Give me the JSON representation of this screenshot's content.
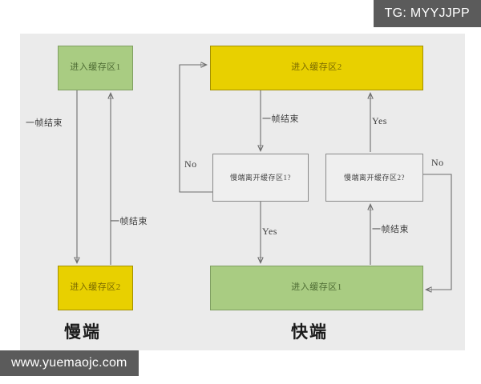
{
  "badges": {
    "telegram": "TG: MYYJJPP",
    "website": "www.yuemaojc.com"
  },
  "diagram": {
    "type": "flowchart",
    "background_color": "#ebebeb",
    "columns": [
      {
        "id": "slow",
        "title": "慢端",
        "nodes": [
          {
            "id": "slow-top",
            "label": "进入缓存区1",
            "shape": "rect",
            "color": "#a9cc82"
          },
          {
            "id": "slow-bottom",
            "label": "进入缓存区2",
            "shape": "rect",
            "color": "#e8d000"
          }
        ],
        "edges": [
          {
            "from": "slow-top",
            "to": "slow-bottom",
            "label": "一帧结束"
          },
          {
            "from": "slow-bottom",
            "to": "slow-top",
            "label": "一帧结束"
          }
        ]
      },
      {
        "id": "fast",
        "title": "快端",
        "nodes": [
          {
            "id": "fast-top",
            "label": "进入缓存区2",
            "shape": "rect",
            "color": "#e8d000"
          },
          {
            "id": "dec-1",
            "label": "慢端离开缓存区1?",
            "shape": "decision",
            "color": "#efefef"
          },
          {
            "id": "dec-2",
            "label": "慢端离开缓存区2?",
            "shape": "decision",
            "color": "#efefef"
          },
          {
            "id": "fast-bottom",
            "label": "进入缓存区1",
            "shape": "rect",
            "color": "#a9cc82"
          }
        ],
        "edges": [
          {
            "from": "fast-top",
            "to": "dec-1",
            "label": "一帧结束"
          },
          {
            "from": "dec-1",
            "to": "fast-top",
            "label": "No"
          },
          {
            "from": "dec-1",
            "to": "fast-bottom",
            "label": "Yes"
          },
          {
            "from": "fast-bottom",
            "to": "dec-2",
            "label": "一帧结束"
          },
          {
            "from": "dec-2",
            "to": "fast-top",
            "label": "Yes"
          },
          {
            "from": "dec-2",
            "to": "fast-bottom",
            "label": "No"
          }
        ]
      }
    ],
    "edge_labels": {
      "slow_down": "一帧结束",
      "slow_up": "一帧结束",
      "fast_frame_top": "一帧结束",
      "fast_yes_right": "Yes",
      "fast_no_left": "No",
      "fast_no_right": "No",
      "fast_yes_bottom": "Yes",
      "fast_frame_bottom": "一帧结束"
    }
  }
}
